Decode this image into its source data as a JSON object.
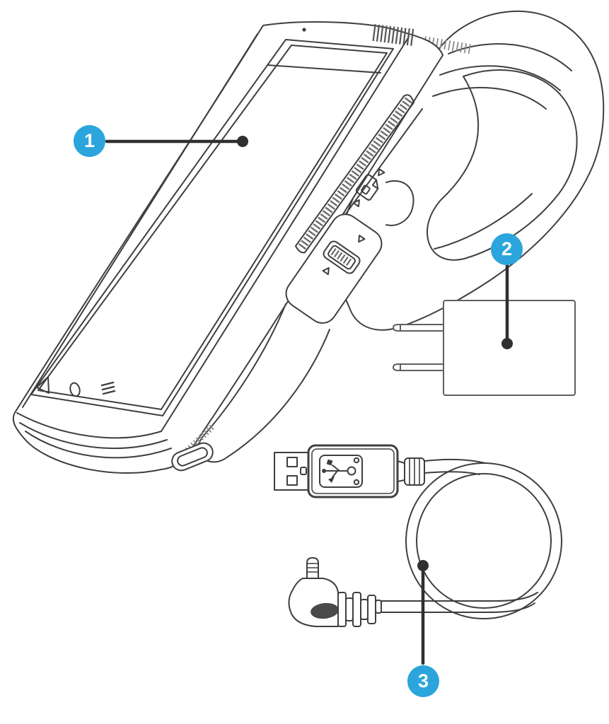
{
  "figure": {
    "kind": "parts-diagram",
    "background_color": "#ffffff",
    "line_color": "#3f3f3f",
    "accent_color": "#2BA5DB",
    "items": [
      "handheld-pos-terminal",
      "wall-power-adapter",
      "usb-charging-cable"
    ],
    "callouts": [
      {
        "number": "1",
        "points_to": "terminal-touchscreen"
      },
      {
        "number": "2",
        "points_to": "wall-power-adapter"
      },
      {
        "number": "3",
        "points_to": "usb-charging-cable"
      }
    ]
  }
}
